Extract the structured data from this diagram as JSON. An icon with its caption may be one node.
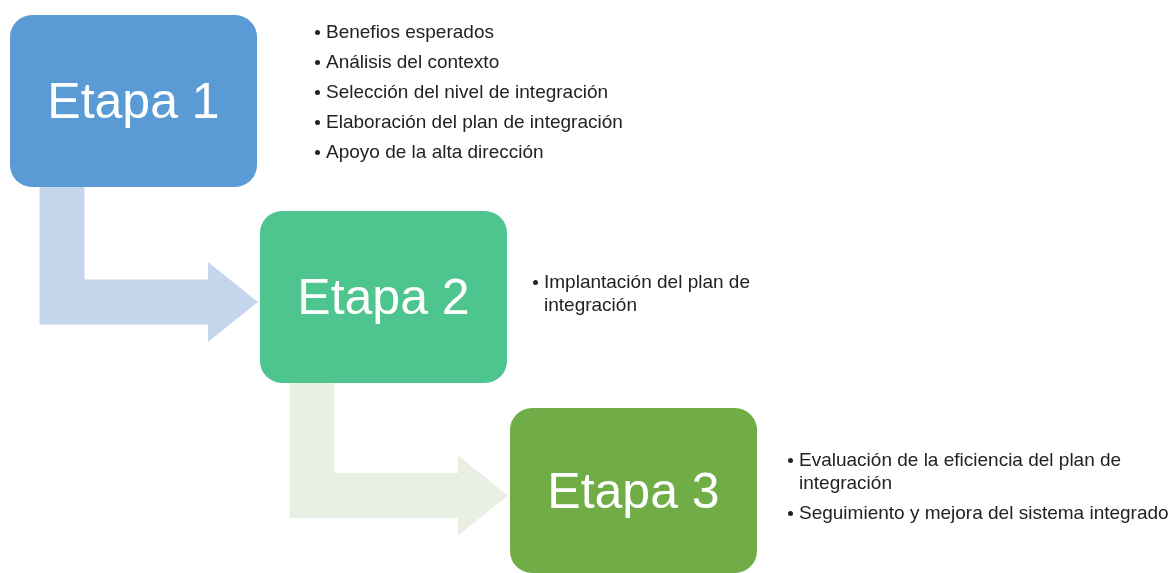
{
  "diagram": {
    "nodes": [
      {
        "text": [
          "Etapa 1"
        ],
        "beside": [
          "Benefios esperados",
          "Análisis del contexto",
          "Selección del nivel de integración",
          "Elaboración del plan de integración",
          "Apoyo de la alta dirección"
        ]
      },
      {
        "text": [
          "Etapa 2"
        ],
        "beside": [
          "Implantación del plan de integración"
        ]
      },
      {
        "text": [
          "Etapa 3"
        ],
        "beside": [
          "Evaluación de la eficiencia del plan de integración",
          "Seguimiento y mejora del sistema integrado"
        ]
      }
    ],
    "edges": [
      {
        "from": 0,
        "to": 1,
        "arrow": "to",
        "color": "#c5d5eb"
      },
      {
        "from": 1,
        "to": 2,
        "arrow": "to",
        "color": "#e9efe3"
      }
    ]
  }
}
